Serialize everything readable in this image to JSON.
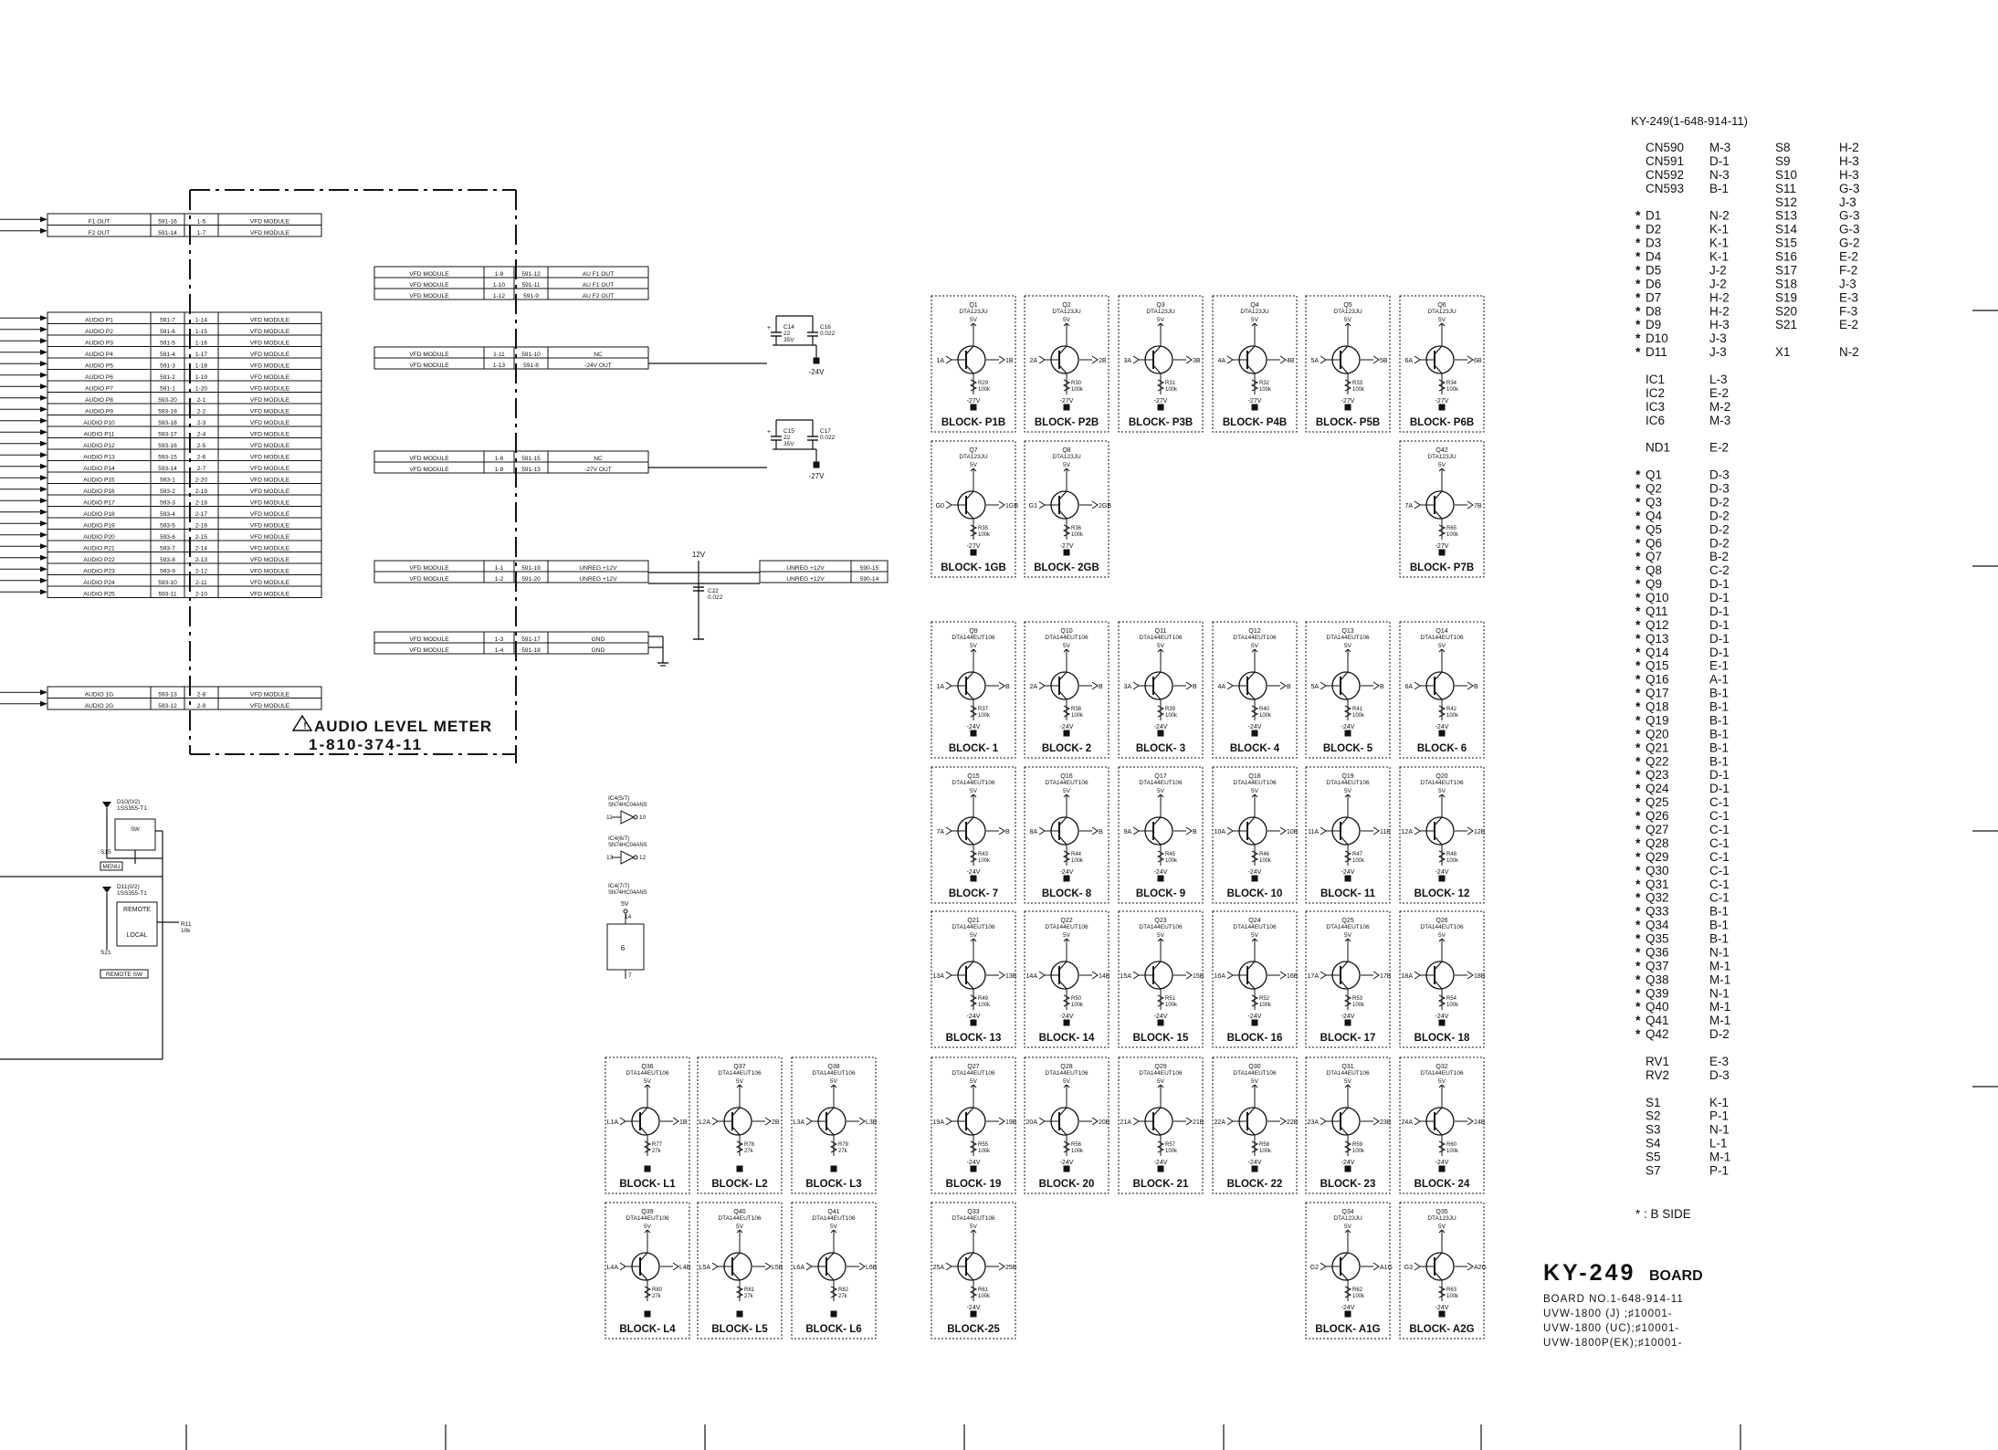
{
  "connector_table_a": [
    [
      "F1 OUT",
      "591-16",
      "1-5",
      "VFD MODULE"
    ],
    [
      "F2 OUT",
      "591-14",
      "1-7",
      "VFD MODULE"
    ]
  ],
  "audio_table": [
    [
      "AUDIO P1",
      "591-7",
      "1-14",
      "VFD MODULE"
    ],
    [
      "AUDIO P2",
      "591-6",
      "1-15",
      "VFD MODULE"
    ],
    [
      "AUDIO P3",
      "591-5",
      "1-16",
      "VFD MODULE"
    ],
    [
      "AUDIO P4",
      "591-4",
      "1-17",
      "VFD MODULE"
    ],
    [
      "AUDIO P5",
      "591-3",
      "1-18",
      "VFD MODULE"
    ],
    [
      "AUDIO P6",
      "591-2",
      "1-19",
      "VFD MODULE"
    ],
    [
      "AUDIO P7",
      "591-1",
      "1-20",
      "VFD MODULE"
    ],
    [
      "AUDIO P8",
      "593-20",
      "2-1",
      "VFD MODULE"
    ],
    [
      "AUDIO P9",
      "593-19",
      "2-2",
      "VFD MODULE"
    ],
    [
      "AUDIO P10",
      "593-18",
      "2-3",
      "VFD MODULE"
    ],
    [
      "AUDIO P11",
      "593-17",
      "2-4",
      "VFD MODULE"
    ],
    [
      "AUDIO P12",
      "593-16",
      "2-5",
      "VFD MODULE"
    ],
    [
      "AUDIO P13",
      "593-15",
      "2-6",
      "VFD MODULE"
    ],
    [
      "AUDIO P14",
      "593-14",
      "2-7",
      "VFD MODULE"
    ],
    [
      "AUDIO P15",
      "593-1",
      "2-20",
      "VFD MODULE"
    ],
    [
      "AUDIO P16",
      "593-2",
      "2-19",
      "VFD MODULE"
    ],
    [
      "AUDIO P17",
      "593-3",
      "2-18",
      "VFD MODULE"
    ],
    [
      "AUDIO P18",
      "593-4",
      "2-17",
      "VFD MODULE"
    ],
    [
      "AUDIO P19",
      "593-5",
      "2-16",
      "VFD MODULE"
    ],
    [
      "AUDIO P20",
      "593-6",
      "2-15",
      "VFD MODULE"
    ],
    [
      "AUDIO P21",
      "593-7",
      "2-14",
      "VFD MODULE"
    ],
    [
      "AUDIO P22",
      "593-8",
      "2-13",
      "VFD MODULE"
    ],
    [
      "AUDIO P23",
      "593-9",
      "2-12",
      "VFD MODULE"
    ],
    [
      "AUDIO P24",
      "593-10",
      "2-11",
      "VFD MODULE"
    ],
    [
      "AUDIO P25",
      "593-11",
      "2-10",
      "VFD MODULE"
    ]
  ],
  "audio_g_table": [
    [
      "AUDIO 1G",
      "593-13",
      "2-8",
      "VFD MODULE"
    ],
    [
      "AUDIO 2G",
      "593-12",
      "2-9",
      "VFD MODULE"
    ]
  ],
  "right_tables": [
    [
      [
        "VFD MODULE",
        "1-9",
        "591-12",
        "AU F1 OUT"
      ],
      [
        "VFD MODULE",
        "1-10",
        "591-11",
        "AU F1 OUT"
      ],
      [
        "VFD MODULE",
        "1-12",
        "591-9",
        "AU F2 OUT"
      ]
    ],
    [
      [
        "VFD MODULE",
        "1-11",
        "591-10",
        "NC"
      ],
      [
        "VFD MODULE",
        "1-13",
        "591-8",
        "-24V OUT"
      ]
    ],
    [
      [
        "VFD MODULE",
        "1-6",
        "591-15",
        "NC"
      ],
      [
        "VFD MODULE",
        "1-8",
        "591-13",
        "-27V OUT"
      ]
    ],
    [
      [
        "VFD MODULE",
        "1-1",
        "591-19",
        "UNREG +12V"
      ],
      [
        "VFD MODULE",
        "1-2",
        "591-20",
        "UNREG +12V"
      ]
    ],
    [
      [
        "VFD MODULE",
        "1-3",
        "591-17",
        "GND"
      ],
      [
        "VFD MODULE",
        "1-4",
        "591-18",
        "GND"
      ]
    ]
  ],
  "unreg_table": [
    [
      "UNREG +12V",
      "590-15"
    ],
    [
      "UNREG +12V",
      "590-14"
    ]
  ],
  "meter_title": "AUDIO LEVEL METER",
  "meter_part": "1-810-374-11",
  "caps": [
    {
      "name": "C14",
      "value": "22",
      "volt": "35V",
      "name2": "C16",
      "value2": "0.022",
      "rail": "-24V"
    },
    {
      "name": "C15",
      "value": "22",
      "volt": "35V",
      "name2": "C17",
      "value2": "0.022",
      "rail": "-27V"
    }
  ],
  "v12_label": "12V",
  "c22": [
    "C22",
    "0.022"
  ],
  "switch_section": {
    "d10": "D10(0/2)",
    "d10part": "1SS355-T1",
    "s15": "S15",
    "menu": "MENU",
    "d11": "D11(0/2)",
    "d11part": "1SS355-T1",
    "remote": "REMOTE",
    "local": "LOCAL",
    "r11": "R11",
    "r11v": "10k",
    "s21": "S21",
    "remote_sw": "REMOTE SW"
  },
  "ic_section": {
    "ic4a": "IC4(5/7)",
    "ic4a_part": "SN74HC04ANS",
    "ic4a_pin_in": "11",
    "ic4a_pin_out": "10",
    "ic4b": "IC4(6/7)",
    "ic4b_part": "SN74HC04ANS",
    "ic4b_pin_in": "13",
    "ic4b_pin_out": "12",
    "ic4c": "IC4(7/7)",
    "ic4c_part": "SN74HC04ANS",
    "v5": "5V",
    "pin14": "14",
    "pin6": "6",
    "pin7": "7"
  },
  "blocks": [
    {
      "q": "Q1",
      "part": "DTA123JU",
      "in": "1A",
      "out": "1B",
      "r": "R29",
      "rv": "100k",
      "v": "-27V",
      "label": "BLOCK- P1B"
    },
    {
      "q": "Q2",
      "part": "DTA123JU",
      "in": "2A",
      "out": "2B",
      "r": "R30",
      "rv": "100k",
      "v": "-27V",
      "label": "BLOCK- P2B"
    },
    {
      "q": "Q3",
      "part": "DTA123JU",
      "in": "3A",
      "out": "3B",
      "r": "R31",
      "rv": "100k",
      "v": "-27V",
      "label": "BLOCK- P3B"
    },
    {
      "q": "Q4",
      "part": "DTA123JU",
      "in": "4A",
      "out": "4B",
      "r": "R32",
      "rv": "100k",
      "v": "-27V",
      "label": "BLOCK- P4B"
    },
    {
      "q": "Q5",
      "part": "DTA123JU",
      "in": "5A",
      "out": "5B",
      "r": "R33",
      "rv": "100k",
      "v": "-27V",
      "label": "BLOCK- P5B"
    },
    {
      "q": "Q6",
      "part": "DTA123JU",
      "in": "6A",
      "out": "6B",
      "r": "R34",
      "rv": "100k",
      "v": "-27V",
      "label": "BLOCK- P6B"
    },
    {
      "q": "Q7",
      "part": "DTA123JU",
      "in": "G0",
      "out": "1GB",
      "r": "R35",
      "rv": "100k",
      "v": "-27V",
      "label": "BLOCK- 1GB"
    },
    {
      "q": "Q8",
      "part": "DTA123JU",
      "in": "G1",
      "out": "2GB",
      "r": "R36",
      "rv": "100k",
      "v": "-27V",
      "label": "BLOCK- 2GB"
    },
    {
      "q": "Q42",
      "part": "DTA123JU",
      "in": "7A",
      "out": "7B",
      "r": "R65",
      "rv": "100k",
      "v": "-27V",
      "label": "BLOCK- P7B"
    },
    {
      "q": "Q9",
      "part": "DTA144EUT106",
      "in": "1A",
      "out": "B",
      "r": "R37",
      "rv": "100k",
      "v": "-24V",
      "label": "BLOCK- 1"
    },
    {
      "q": "Q10",
      "part": "DTA144EUT106",
      "in": "2A",
      "out": "B",
      "r": "R38",
      "rv": "100k",
      "v": "-24V",
      "label": "BLOCK- 2"
    },
    {
      "q": "Q11",
      "part": "DTA144EUT106",
      "in": "3A",
      "out": "B",
      "r": "R39",
      "rv": "100k",
      "v": "-24V",
      "label": "BLOCK- 3"
    },
    {
      "q": "Q12",
      "part": "DTA144EUT106",
      "in": "4A",
      "out": "B",
      "r": "R40",
      "rv": "100k",
      "v": "-24V",
      "label": "BLOCK- 4"
    },
    {
      "q": "Q13",
      "part": "DTA144EUT106",
      "in": "5A",
      "out": "B",
      "r": "R41",
      "rv": "100k",
      "v": "-24V",
      "label": "BLOCK- 5"
    },
    {
      "q": "Q14",
      "part": "DTA144EUT106",
      "in": "6A",
      "out": "B",
      "r": "R42",
      "rv": "100k",
      "v": "-24V",
      "label": "BLOCK- 6"
    },
    {
      "q": "Q15",
      "part": "DTA144EUT106",
      "in": "7A",
      "out": "B",
      "r": "R43",
      "rv": "100k",
      "v": "-24V",
      "label": "BLOCK- 7"
    },
    {
      "q": "Q16",
      "part": "DTA144EUT106",
      "in": "8A",
      "out": "B",
      "r": "R44",
      "rv": "100k",
      "v": "-24V",
      "label": "BLOCK- 8"
    },
    {
      "q": "Q17",
      "part": "DTA144EUT106",
      "in": "9A",
      "out": "B",
      "r": "R45",
      "rv": "100k",
      "v": "-24V",
      "label": "BLOCK- 9"
    },
    {
      "q": "Q18",
      "part": "DTA144EUT106",
      "in": "10A",
      "out": "10B",
      "r": "R46",
      "rv": "100k",
      "v": "-24V",
      "label": "BLOCK- 10"
    },
    {
      "q": "Q19",
      "part": "DTA144EUT106",
      "in": "11A",
      "out": "11B",
      "r": "R47",
      "rv": "100k",
      "v": "-24V",
      "label": "BLOCK- 11"
    },
    {
      "q": "Q20",
      "part": "DTA144EUT106",
      "in": "12A",
      "out": "12B",
      "r": "R48",
      "rv": "100k",
      "v": "-24V",
      "label": "BLOCK- 12"
    },
    {
      "q": "Q21",
      "part": "DTA144EUT106",
      "in": "13A",
      "out": "13B",
      "r": "R49",
      "rv": "100k",
      "v": "-24V",
      "label": "BLOCK- 13"
    },
    {
      "q": "Q22",
      "part": "DTA144EUT106",
      "in": "14A",
      "out": "14B",
      "r": "R50",
      "rv": "100k",
      "v": "-24V",
      "label": "BLOCK- 14"
    },
    {
      "q": "Q23",
      "part": "DTA144EUT106",
      "in": "15A",
      "out": "15B",
      "r": "R51",
      "rv": "100k",
      "v": "-24V",
      "label": "BLOCK- 15"
    },
    {
      "q": "Q24",
      "part": "DTA144EUT106",
      "in": "16A",
      "out": "16B",
      "r": "R52",
      "rv": "100k",
      "v": "-24V",
      "label": "BLOCK- 16"
    },
    {
      "q": "Q25",
      "part": "DTA144EUT106",
      "in": "17A",
      "out": "17B",
      "r": "R53",
      "rv": "100k",
      "v": "-24V",
      "label": "BLOCK- 17"
    },
    {
      "q": "Q26",
      "part": "DTA144EUT106",
      "in": "18A",
      "out": "18B",
      "r": "R54",
      "rv": "100k",
      "v": "-24V",
      "label": "BLOCK- 18"
    },
    {
      "q": "Q36",
      "part": "DTA144EUT106",
      "in": "L1A",
      "out": "1B",
      "r": "R77",
      "rv": "27k",
      "v": "",
      "label": "BLOCK- L1"
    },
    {
      "q": "Q37",
      "part": "DTA144EUT106",
      "in": "L2A",
      "out": "2B",
      "r": "R78",
      "rv": "27k",
      "v": "",
      "label": "BLOCK- L2"
    },
    {
      "q": "Q38",
      "part": "DTA144EUT106",
      "in": "L3A",
      "out": "L3B",
      "r": "R79",
      "rv": "27k",
      "v": "",
      "label": "BLOCK- L3"
    },
    {
      "q": "Q27",
      "part": "DTA144EUT106",
      "in": "19A",
      "out": "19B",
      "r": "R55",
      "rv": "100k",
      "v": "-24V",
      "label": "BLOCK- 19"
    },
    {
      "q": "Q28",
      "part": "DTA144EUT106",
      "in": "20A",
      "out": "20B",
      "r": "R56",
      "rv": "100k",
      "v": "-24V",
      "label": "BLOCK- 20"
    },
    {
      "q": "Q29",
      "part": "DTA144EUT106",
      "in": "21A",
      "out": "21B",
      "r": "R57",
      "rv": "100k",
      "v": "-24V",
      "label": "BLOCK- 21"
    },
    {
      "q": "Q30",
      "part": "DTA144EUT106",
      "in": "22A",
      "out": "22B",
      "r": "R58",
      "rv": "100k",
      "v": "-24V",
      "label": "BLOCK- 22"
    },
    {
      "q": "Q31",
      "part": "DTA144EUT106",
      "in": "23A",
      "out": "23B",
      "r": "R59",
      "rv": "100k",
      "v": "-24V",
      "label": "BLOCK- 23"
    },
    {
      "q": "Q32",
      "part": "DTA144EUT106",
      "in": "24A",
      "out": "24B",
      "r": "R60",
      "rv": "100k",
      "v": "-24V",
      "label": "BLOCK- 24"
    },
    {
      "q": "Q39",
      "part": "DTA144EUT106",
      "in": "L4A",
      "out": "L4B",
      "r": "R80",
      "rv": "27k",
      "v": "",
      "label": "BLOCK- L4"
    },
    {
      "q": "Q40",
      "part": "DTA144EUT106",
      "in": "L5A",
      "out": "L5B",
      "r": "R81",
      "rv": "27k",
      "v": "",
      "label": "BLOCK- L5"
    },
    {
      "q": "Q41",
      "part": "DTA144EUT106",
      "in": "L6A",
      "out": "L6B",
      "r": "R82",
      "rv": "27k",
      "v": "",
      "label": "BLOCK- L6"
    },
    {
      "q": "Q33",
      "part": "DTA144EUT106",
      "in": "25A",
      "out": "25B",
      "r": "R61",
      "rv": "100k",
      "v": "-24V",
      "label": "BLOCK-25"
    },
    {
      "q": "Q34",
      "part": "DTA123JU",
      "in": "G2",
      "out": "A1G",
      "r": "R62",
      "rv": "100k",
      "v": "-24V",
      "label": "BLOCK- A1G"
    },
    {
      "q": "Q35",
      "part": "DTA123JU",
      "in": "G3",
      "out": "A2G",
      "r": "R63",
      "rv": "100k",
      "v": "-24V",
      "label": "BLOCK- A2G"
    }
  ],
  "parts_index": {
    "title": "KY-249(1-648-914-11)",
    "col1": [
      [
        "",
        "CN590",
        "M-3"
      ],
      [
        "",
        "CN591",
        "D-1"
      ],
      [
        "",
        "CN592",
        "N-3"
      ],
      [
        "",
        "CN593",
        "B-1"
      ],
      [
        "",
        "",
        ""
      ],
      [
        "*",
        "D1",
        "N-2"
      ],
      [
        "*",
        "D2",
        "K-1"
      ],
      [
        "*",
        "D3",
        "K-1"
      ],
      [
        "*",
        "D4",
        "K-1"
      ],
      [
        "*",
        "D5",
        "J-2"
      ],
      [
        "*",
        "D6",
        "J-2"
      ],
      [
        "*",
        "D7",
        "H-2"
      ],
      [
        "*",
        "D8",
        "H-2"
      ],
      [
        "*",
        "D9",
        "H-3"
      ],
      [
        "*",
        "D10",
        "J-3"
      ],
      [
        "*",
        "D11",
        "J-3"
      ],
      [
        "",
        "",
        ""
      ],
      [
        "",
        "IC1",
        "L-3"
      ],
      [
        "",
        "IC2",
        "E-2"
      ],
      [
        "",
        "IC3",
        "M-2"
      ],
      [
        "",
        "IC6",
        "M-3"
      ],
      [
        "",
        "",
        ""
      ],
      [
        "",
        "ND1",
        "E-2"
      ],
      [
        "",
        "",
        ""
      ],
      [
        "*",
        "Q1",
        "D-3"
      ],
      [
        "*",
        "Q2",
        "D-3"
      ],
      [
        "*",
        "Q3",
        "D-2"
      ],
      [
        "*",
        "Q4",
        "D-2"
      ],
      [
        "*",
        "Q5",
        "D-2"
      ],
      [
        "*",
        "Q6",
        "D-2"
      ],
      [
        "*",
        "Q7",
        "B-2"
      ],
      [
        "*",
        "Q8",
        "C-2"
      ],
      [
        "*",
        "Q9",
        "D-1"
      ],
      [
        "*",
        "Q10",
        "D-1"
      ],
      [
        "*",
        "Q11",
        "D-1"
      ],
      [
        "*",
        "Q12",
        "D-1"
      ],
      [
        "*",
        "Q13",
        "D-1"
      ],
      [
        "*",
        "Q14",
        "D-1"
      ],
      [
        "*",
        "Q15",
        "E-1"
      ],
      [
        "*",
        "Q16",
        "A-1"
      ],
      [
        "*",
        "Q17",
        "B-1"
      ],
      [
        "*",
        "Q18",
        "B-1"
      ],
      [
        "*",
        "Q19",
        "B-1"
      ],
      [
        "*",
        "Q20",
        "B-1"
      ],
      [
        "*",
        "Q21",
        "B-1"
      ],
      [
        "*",
        "Q22",
        "B-1"
      ],
      [
        "*",
        "Q23",
        "D-1"
      ],
      [
        "*",
        "Q24",
        "D-1"
      ],
      [
        "*",
        "Q25",
        "C-1"
      ],
      [
        "*",
        "Q26",
        "C-1"
      ],
      [
        "*",
        "Q27",
        "C-1"
      ],
      [
        "*",
        "Q28",
        "C-1"
      ],
      [
        "*",
        "Q29",
        "C-1"
      ],
      [
        "*",
        "Q30",
        "C-1"
      ],
      [
        "*",
        "Q31",
        "C-1"
      ],
      [
        "*",
        "Q32",
        "C-1"
      ],
      [
        "*",
        "Q33",
        "B-1"
      ],
      [
        "*",
        "Q34",
        "B-1"
      ],
      [
        "*",
        "Q35",
        "B-1"
      ],
      [
        "*",
        "Q36",
        "N-1"
      ],
      [
        "*",
        "Q37",
        "M-1"
      ],
      [
        "*",
        "Q38",
        "M-1"
      ],
      [
        "*",
        "Q39",
        "N-1"
      ],
      [
        "*",
        "Q40",
        "M-1"
      ],
      [
        "*",
        "Q41",
        "M-1"
      ],
      [
        "*",
        "Q42",
        "D-2"
      ],
      [
        "",
        "",
        ""
      ],
      [
        "",
        "RV1",
        "E-3"
      ],
      [
        "",
        "RV2",
        "D-3"
      ],
      [
        "",
        "",
        ""
      ],
      [
        "",
        "S1",
        "K-1"
      ],
      [
        "",
        "S2",
        "P-1"
      ],
      [
        "",
        "S3",
        "N-1"
      ],
      [
        "",
        "S4",
        "L-1"
      ],
      [
        "",
        "S5",
        "M-1"
      ],
      [
        "",
        "S7",
        "P-1"
      ]
    ],
    "col2": [
      [
        "S8",
        "H-2"
      ],
      [
        "S9",
        "H-3"
      ],
      [
        "S10",
        "H-3"
      ],
      [
        "S11",
        "G-3"
      ],
      [
        "S12",
        "J-3"
      ],
      [
        "S13",
        "G-3"
      ],
      [
        "S14",
        "G-3"
      ],
      [
        "S15",
        "G-2"
      ],
      [
        "S16",
        "E-2"
      ],
      [
        "S17",
        "F-2"
      ],
      [
        "S18",
        "J-3"
      ],
      [
        "S19",
        "E-3"
      ],
      [
        "S20",
        "F-3"
      ],
      [
        "S21",
        "E-2"
      ],
      [
        "",
        ""
      ],
      [
        "X1",
        "N-2"
      ]
    ],
    "bside": "* : B SIDE"
  },
  "board": {
    "name": "KY-249",
    "suffix": "BOARD",
    "lines": [
      "BOARD NO.1-648-914-11",
      "UVW-1800 (J) ;♯10001-",
      "UVW-1800 (UC);♯10001-",
      "UVW-1800P(EK);♯10001-"
    ]
  }
}
